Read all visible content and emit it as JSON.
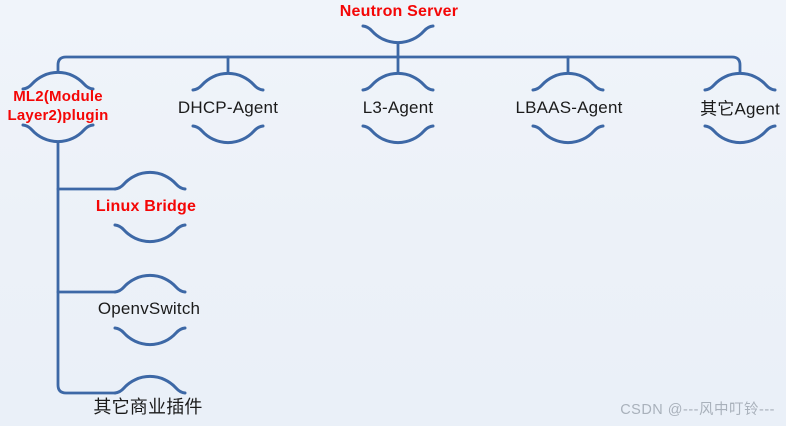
{
  "diagram": {
    "root": {
      "label": "Neutron Server"
    },
    "agents": [
      {
        "label": "DHCP-Agent"
      },
      {
        "label": "L3-Agent"
      },
      {
        "label": "LBAAS-Agent"
      },
      {
        "label": "其它Agent"
      }
    ],
    "ml2": {
      "line1": "ML2(Module",
      "line2": "Layer2)plugin"
    },
    "ml2_plugins": [
      {
        "label": "Linux Bridge"
      },
      {
        "label": "OpenvSwitch"
      },
      {
        "label": "其它商业插件"
      }
    ],
    "watermark": "CSDN @---风中叮铃---",
    "colors": {
      "line": "#3d68a6",
      "highlight_text": "#f40606",
      "text": "#1b1b1b",
      "background": "#edf1f8",
      "watermark": "#a9b1bb"
    }
  }
}
